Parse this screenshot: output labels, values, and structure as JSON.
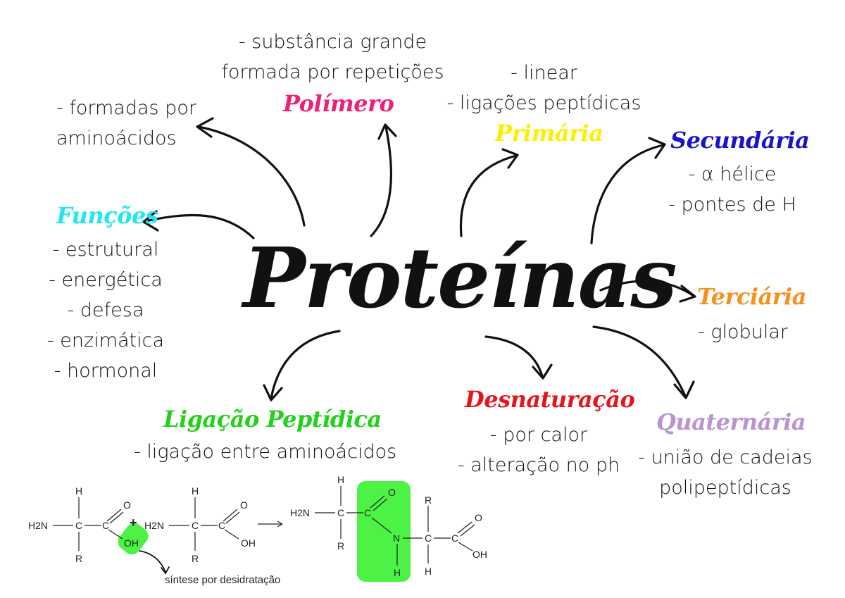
{
  "title": "Proteínas",
  "colors": {
    "polimero": "#ee1f78",
    "primaria": "#ffee00",
    "secundaria": "#1a14c8",
    "terciaria": "#f6901e",
    "quaternaria": "#b894d2",
    "desnaturacao": "#e8141b",
    "ligacao": "#22d21a",
    "funcoes": "#1fe6f0",
    "highlight": "#4cf244"
  },
  "nodes": {
    "composicao": {
      "lines": [
        "- formadas por",
        "aminoácidos"
      ]
    },
    "polimero": {
      "title": "Polímero",
      "lines": [
        "- substância grande",
        "formada por repetições"
      ]
    },
    "primaria": {
      "title": "Primária",
      "lines": [
        "- linear",
        "- ligações peptídicas"
      ]
    },
    "secundaria": {
      "title": "Secundária",
      "lines": [
        "- α hélice",
        "- pontes de H"
      ]
    },
    "terciaria": {
      "title": "Terciária",
      "lines": [
        "- globular"
      ]
    },
    "quaternaria": {
      "title": "Quaternária",
      "lines": [
        "- união de cadeias",
        "polipeptídicas"
      ]
    },
    "desnaturacao": {
      "title": "Desnaturação",
      "lines": [
        "- por calor",
        "- alteração no ph"
      ]
    },
    "ligacao": {
      "title": "Ligação Peptídica",
      "lines": [
        "- ligação entre aminoácidos"
      ]
    },
    "funcoes": {
      "title": "Funções",
      "lines": [
        "- estrutural",
        "- energética",
        "- defesa",
        "- enzimática",
        "- hormonal"
      ]
    }
  },
  "reaction": {
    "amino1": {
      "h": "H",
      "n": "H2N",
      "c1": "C",
      "c2": "C",
      "o": "O",
      "oh": "OH",
      "r": "R"
    },
    "plus": "+",
    "amino2": {
      "h": "H",
      "n": "H2N",
      "c1": "C",
      "c2": "C",
      "o": "O",
      "oh": "OH",
      "r": "R"
    },
    "caption": "síntese por desidratação",
    "product": {
      "h": "H",
      "n": "H2N",
      "c1": "C",
      "r1": "R",
      "c2": "C",
      "o": "O",
      "nh": "N",
      "h2": "H",
      "r2": "R",
      "c3": "C",
      "h3": "H",
      "c4": "C",
      "o2": "O",
      "oh": "OH"
    }
  }
}
